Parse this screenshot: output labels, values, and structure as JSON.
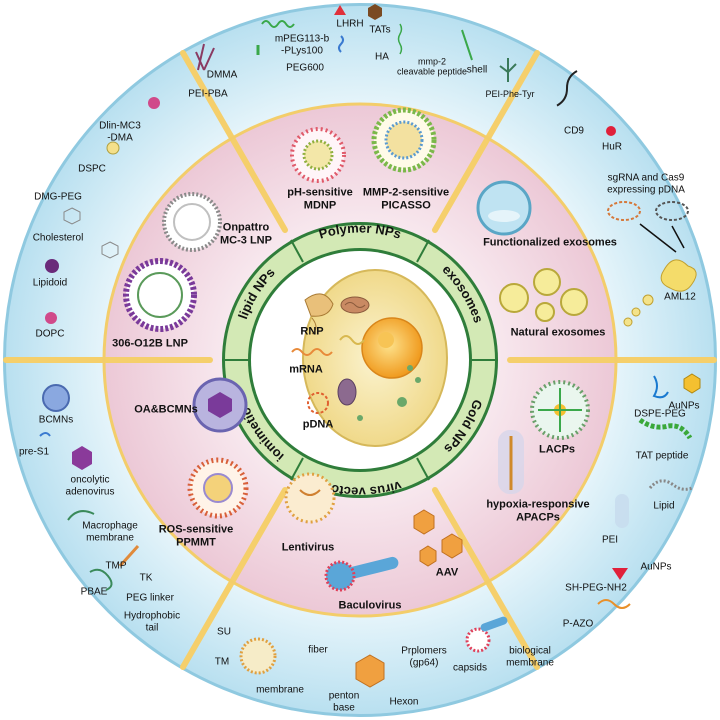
{
  "sectors": {
    "polymer": "Polymer NPs",
    "exosomes": "exosomes",
    "gold": "Gold NPs",
    "virus": "virus vectors",
    "biomimetic": "Biomimetic NPs",
    "lipid": "lipid NPs"
  },
  "center": {
    "rnp": "RNP",
    "mrna": "mRNA",
    "pdna": "pDNA"
  },
  "polymer": {
    "inner": [
      "pH-sensitive\nMDNP",
      "MMP-2-sensitive\nPICASSO"
    ],
    "outer": [
      "DMMA",
      "mPEG113-b\n-PLys100",
      "LHRH",
      "TATs",
      "HA",
      "PEG600",
      "mmp-2\ncleavable peptide",
      "shell",
      "PEI-PBA",
      "PEI-Phe-Tyr"
    ]
  },
  "exosomes": {
    "inner": [
      "Functionalized exosomes",
      "Natural exosomes"
    ],
    "outer": [
      "CD9",
      "HuR",
      "sgRNA and Cas9\nexpressing pDNA",
      "AML12"
    ]
  },
  "gold": {
    "inner": [
      "LACPs",
      "hypoxia-responsive\nAPACPs"
    ],
    "outer": [
      "AuNPs",
      "DSPE-PEG",
      "TAT peptide",
      "Lipid",
      "PEI",
      "AuNPs",
      "SH-PEG-NH2",
      "P-AZO"
    ]
  },
  "virus": {
    "inner": [
      "Lentivirus",
      "AAV",
      "Baculovirus"
    ],
    "outer": [
      "SU",
      "TM",
      "membrane",
      "fiber",
      "penton\nbase",
      "Hexon",
      "Prplomers\n(gp64)",
      "capsids",
      "biological\nmembrane"
    ]
  },
  "biomimetic": {
    "inner": [
      "OA&BCMNs",
      "ROS-sensitive\nPPMMT"
    ],
    "outer": [
      "BCMNs",
      "pre-S1",
      "oncolytic\nadenovirus",
      "Macrophage\nmembrane",
      "TMP",
      "TK",
      "PBAE",
      "PEG linker",
      "Hydrophobic\ntail"
    ]
  },
  "lipid": {
    "inner": [
      "Onpattro\nMC-3 LNP",
      "306-O12B LNP"
    ],
    "outer": [
      "Dlin-MC3\n-DMA",
      "DSPC",
      "DMG-PEG",
      "Cholesterol",
      "Lipidoid",
      "DOPC"
    ]
  },
  "colors": {
    "outer_ring": "#d3ecf6",
    "middle_ring": "#f4dde6",
    "center_ring": "#cfe6b0",
    "divider": "#f5d27a",
    "cell": "#f7e9a6",
    "nucleus": "#f4b43a"
  }
}
